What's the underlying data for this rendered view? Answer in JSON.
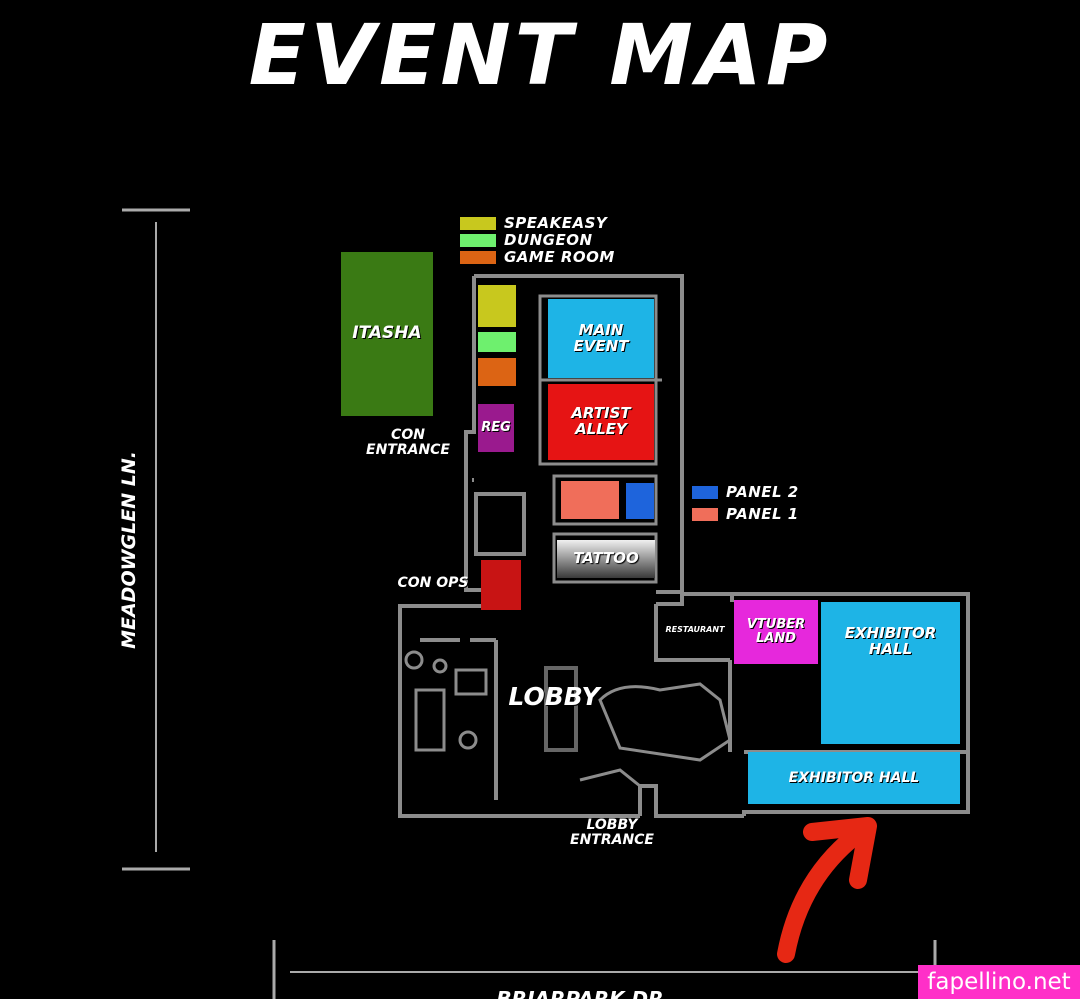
{
  "title": "EVENT MAP",
  "street_left": "MEADOWGLEN LN.",
  "street_bottom": "BRIARPARK DR",
  "legend_top": [
    {
      "label": "SPEAKEASY",
      "color": "#c8c81e"
    },
    {
      "label": "DUNGEON",
      "color": "#6ef06e"
    },
    {
      "label": "GAME ROOM",
      "color": "#dc6414"
    }
  ],
  "legend_panels": [
    {
      "label": "PANEL 2",
      "color": "#1e64dc"
    },
    {
      "label": "PANEL 1",
      "color": "#f06e5a"
    }
  ],
  "rooms": {
    "itasha": {
      "label": "ITASHA",
      "color": "#3a7a14"
    },
    "main_event": {
      "label_1": "MAIN",
      "label_2": "EVENT",
      "color": "#1eb4e6"
    },
    "artist_alley": {
      "label_1": "ARTIST",
      "label_2": "ALLEY",
      "color": "#e61414"
    },
    "reg": {
      "label": "REG",
      "color": "#9a1a8e"
    },
    "tattoo": {
      "label": "TATTOO"
    },
    "con_ops": {
      "color": "#c81414"
    },
    "vtuber_land": {
      "label_1": "VTUBER",
      "label_2": "LAND",
      "color": "#e628dc"
    },
    "exhibitor_hall_main": {
      "label_1": "EXHIBITOR",
      "label_2": "HALL",
      "color": "#1eb4e6"
    },
    "exhibitor_hall_strip": {
      "label": "EXHIBITOR HALL",
      "color": "#1eb4e6"
    }
  },
  "labels": {
    "con_entrance_1": "CON",
    "con_entrance_2": "ENTRANCE",
    "con_ops": "CON OPS",
    "restaurant": "RESTAURANT",
    "lobby": "LOBBY",
    "lobby_entrance_1": "LOBBY",
    "lobby_entrance_2": "ENTRANCE"
  },
  "watermark": "fapellino.net",
  "colors": {
    "background": "#000000",
    "wall": "#8c8c8c",
    "arrow": "#e62814"
  }
}
